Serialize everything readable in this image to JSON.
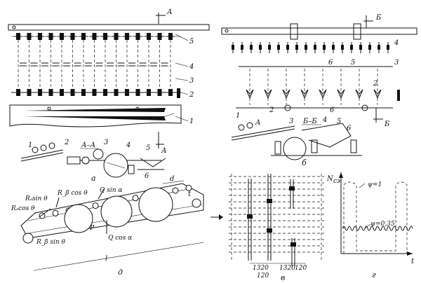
{
  "views": {
    "a": "а",
    "b": "б",
    "v": "в",
    "g": "г",
    "d": "д"
  },
  "section_labels": {
    "aa": "А",
    "aa_cut": "А–А",
    "bb": "Б",
    "bb_cut": "Б–Б"
  },
  "view_a_callouts": [
    "1",
    "2",
    "3",
    "4",
    "5",
    "6"
  ],
  "view_b_callouts": [
    "1",
    "2",
    "3",
    "4",
    "5",
    "6"
  ],
  "view_d_labels": {
    "ra_cos": "Rₐcos θ",
    "ra_sin": "Rₐsin θ",
    "rb_cos": "R_β cos θ",
    "rb_sin": "R_β sin θ",
    "q_sin": "Q sin α",
    "q_cos": "Q cos α",
    "p": "P",
    "d_letter": "d",
    "t_letter": "t",
    "l_letter": "l"
  },
  "view_v_dims": [
    "1320",
    "1320",
    "120",
    "120"
  ],
  "chart_g": {
    "ylabel": "N",
    "ylabel_sub": "сэ",
    "xlabel": "t",
    "curve1": "ψ=1",
    "curve2": "ψ=0,35"
  }
}
